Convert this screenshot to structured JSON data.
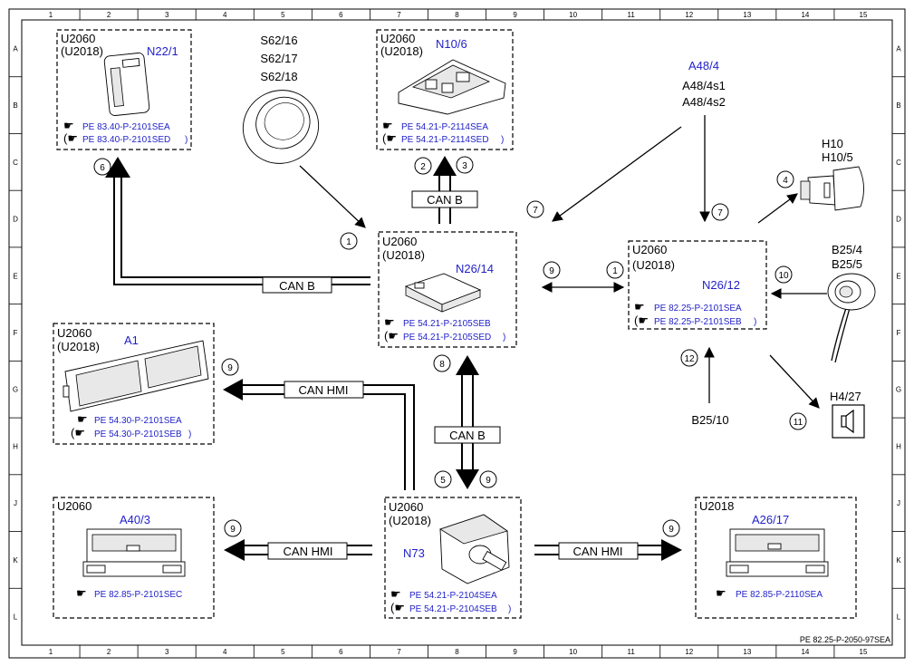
{
  "frame": {
    "columns": [
      "1",
      "2",
      "3",
      "4",
      "5",
      "6",
      "7",
      "8",
      "9",
      "10",
      "11",
      "12",
      "13",
      "14",
      "15"
    ],
    "rows": [
      "A",
      "B",
      "C",
      "D",
      "E",
      "F",
      "G",
      "H",
      "J",
      "K",
      "L"
    ],
    "doc_id": "PE 82.25-P-2050-97SEA"
  },
  "components": {
    "n22_1": {
      "year": "U2060",
      "year2": "(U2018)",
      "code": "N22/1",
      "ref1": "PE 83.40-P-2101SEA",
      "ref2": "PE 83.40-P-2101SED"
    },
    "s62": {
      "codes": [
        "S62/16",
        "S62/17",
        "S62/18"
      ]
    },
    "n10_6": {
      "year": "U2060",
      "year2": "(U2018)",
      "code": "N10/6",
      "ref1": "PE 54.21-P-2114SEA",
      "ref2": "PE 54.21-P-2114SED"
    },
    "a48": {
      "code": "A48/4",
      "sub1": "A48/4s1",
      "sub2": "A48/4s2"
    },
    "h10": {
      "code1": "H10",
      "code2": "H10/5"
    },
    "n26_14": {
      "year": "U2060",
      "year2": "(U2018)",
      "code": "N26/14",
      "ref1": "PE 54.21-P-2105SEB",
      "ref2": "PE 54.21-P-2105SED"
    },
    "n26_12": {
      "year": "U2060",
      "year2": "(U2018)",
      "code": "N26/12",
      "ref1": "PE 82.25-P-2101SEA",
      "ref2": "PE 82.25-P-2101SEB"
    },
    "b25": {
      "code1": "B25/4",
      "code2": "B25/5"
    },
    "a1": {
      "year": "U2060",
      "year2": "(U2018)",
      "code": "A1",
      "ref1": "PE 54.30-P-2101SEA",
      "ref2": "PE 54.30-P-2101SEB"
    },
    "b25_10": {
      "code": "B25/10"
    },
    "h4_27": {
      "code": "H4/27"
    },
    "a40_3": {
      "year": "U2060",
      "code": "A40/3",
      "ref1": "PE 82.85-P-2101SEC"
    },
    "n73": {
      "year": "U2060",
      "year2": "(U2018)",
      "code": "N73",
      "ref1": "PE 54.21-P-2104SEA",
      "ref2": "PE 54.21-P-2104SEB"
    },
    "a26_17": {
      "year": "U2018",
      "code": "A26/17",
      "ref1": "PE 82.85-P-2110SEA"
    }
  },
  "buses": {
    "can_b": "CAN B",
    "can_hmi": "CAN HMI"
  },
  "markers": {
    "m1a": "1",
    "m1b": "1",
    "m2": "2",
    "m3": "3",
    "m4": "4",
    "m5": "5",
    "m6": "6",
    "m7a": "7",
    "m7b": "7",
    "m8": "8",
    "m9a": "9",
    "m9b": "9",
    "m9c": "9",
    "m9d": "9",
    "m9e": "9",
    "m10": "10",
    "m11": "11",
    "m12": "12"
  }
}
